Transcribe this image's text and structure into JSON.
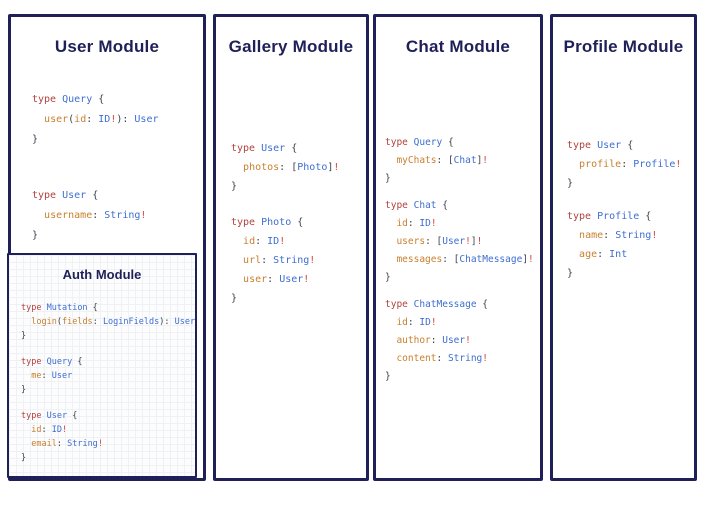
{
  "colors": {
    "navy": "#1f2057",
    "keyword": "#b2423c",
    "type": "#3e6ed2",
    "field": "#c9802f",
    "punct": "#3d424d",
    "bang": "#cf463f",
    "grid": "#eef1f6"
  },
  "panels": [
    {
      "id": "user",
      "title": "User Module",
      "blocks": [
        [
          [
            [
              "k",
              "type"
            ],
            [
              "p",
              " "
            ],
            [
              "t",
              "Query"
            ],
            [
              "p",
              " {"
            ]
          ],
          [
            [
              "p",
              "  "
            ],
            [
              "f",
              "user"
            ],
            [
              "p",
              "("
            ],
            [
              "f",
              "id"
            ],
            [
              "p",
              ": "
            ],
            [
              "t",
              "ID"
            ],
            [
              "b",
              "!"
            ],
            [
              "p",
              "): "
            ],
            [
              "t",
              "User"
            ]
          ],
          [
            [
              "p",
              "}"
            ]
          ]
        ],
        [
          [
            [
              "k",
              "type"
            ],
            [
              "p",
              " "
            ],
            [
              "t",
              "User"
            ],
            [
              "p",
              " {"
            ]
          ],
          [
            [
              "p",
              "  "
            ],
            [
              "f",
              "username"
            ],
            [
              "p",
              ": "
            ],
            [
              "t",
              "String"
            ],
            [
              "b",
              "!"
            ]
          ],
          [
            [
              "p",
              "}"
            ]
          ]
        ]
      ],
      "sub": {
        "title": "Auth Module",
        "blocks": [
          [
            [
              [
                "k",
                "type"
              ],
              [
                "p",
                " "
              ],
              [
                "t",
                "Mutation"
              ],
              [
                "p",
                " {"
              ]
            ],
            [
              [
                "p",
                "  "
              ],
              [
                "f",
                "login"
              ],
              [
                "p",
                "("
              ],
              [
                "f",
                "fields"
              ],
              [
                "p",
                ": "
              ],
              [
                "t",
                "LoginFields"
              ],
              [
                "p",
                "): "
              ],
              [
                "t",
                "User"
              ]
            ],
            [
              [
                "p",
                "}"
              ]
            ]
          ],
          [
            [
              [
                "k",
                "type"
              ],
              [
                "p",
                " "
              ],
              [
                "t",
                "Query"
              ],
              [
                "p",
                " {"
              ]
            ],
            [
              [
                "p",
                "  "
              ],
              [
                "f",
                "me"
              ],
              [
                "p",
                ": "
              ],
              [
                "t",
                "User"
              ]
            ],
            [
              [
                "p",
                "}"
              ]
            ]
          ],
          [
            [
              [
                "k",
                "type"
              ],
              [
                "p",
                " "
              ],
              [
                "t",
                "User"
              ],
              [
                "p",
                " {"
              ]
            ],
            [
              [
                "p",
                "  "
              ],
              [
                "f",
                "id"
              ],
              [
                "p",
                ": "
              ],
              [
                "t",
                "ID"
              ],
              [
                "b",
                "!"
              ]
            ],
            [
              [
                "p",
                "  "
              ],
              [
                "f",
                "email"
              ],
              [
                "p",
                ": "
              ],
              [
                "t",
                "String"
              ],
              [
                "b",
                "!"
              ]
            ],
            [
              [
                "p",
                "}"
              ]
            ]
          ]
        ]
      }
    },
    {
      "id": "gallery",
      "title": "Gallery Module",
      "blocks": [
        [
          [
            [
              "k",
              "type"
            ],
            [
              "p",
              " "
            ],
            [
              "t",
              "User"
            ],
            [
              "p",
              " {"
            ]
          ],
          [
            [
              "p",
              "  "
            ],
            [
              "f",
              "photos"
            ],
            [
              "p",
              ": ["
            ],
            [
              "t",
              "Photo"
            ],
            [
              "p",
              "]"
            ],
            [
              "b",
              "!"
            ]
          ],
          [
            [
              "p",
              "}"
            ]
          ]
        ],
        [
          [
            [
              "k",
              "type"
            ],
            [
              "p",
              " "
            ],
            [
              "t",
              "Photo"
            ],
            [
              "p",
              " {"
            ]
          ],
          [
            [
              "p",
              "  "
            ],
            [
              "f",
              "id"
            ],
            [
              "p",
              ": "
            ],
            [
              "t",
              "ID"
            ],
            [
              "b",
              "!"
            ]
          ],
          [
            [
              "p",
              "  "
            ],
            [
              "f",
              "url"
            ],
            [
              "p",
              ": "
            ],
            [
              "t",
              "String"
            ],
            [
              "b",
              "!"
            ]
          ],
          [
            [
              "p",
              "  "
            ],
            [
              "f",
              "user"
            ],
            [
              "p",
              ": "
            ],
            [
              "t",
              "User"
            ],
            [
              "b",
              "!"
            ]
          ],
          [
            [
              "p",
              "}"
            ]
          ]
        ]
      ]
    },
    {
      "id": "chat",
      "title": "Chat Module",
      "blocks": [
        [
          [
            [
              "k",
              "type"
            ],
            [
              "p",
              " "
            ],
            [
              "t",
              "Query"
            ],
            [
              "p",
              " {"
            ]
          ],
          [
            [
              "p",
              "  "
            ],
            [
              "f",
              "myChats"
            ],
            [
              "p",
              ": ["
            ],
            [
              "t",
              "Chat"
            ],
            [
              "p",
              "]"
            ],
            [
              "b",
              "!"
            ]
          ],
          [
            [
              "p",
              "}"
            ]
          ]
        ],
        [
          [
            [
              "k",
              "type"
            ],
            [
              "p",
              " "
            ],
            [
              "t",
              "Chat"
            ],
            [
              "p",
              " {"
            ]
          ],
          [
            [
              "p",
              "  "
            ],
            [
              "f",
              "id"
            ],
            [
              "p",
              ": "
            ],
            [
              "t",
              "ID"
            ],
            [
              "b",
              "!"
            ]
          ],
          [
            [
              "p",
              "  "
            ],
            [
              "f",
              "users"
            ],
            [
              "p",
              ": ["
            ],
            [
              "t",
              "User"
            ],
            [
              "b",
              "!"
            ],
            [
              "p",
              "]"
            ],
            [
              "b",
              "!"
            ]
          ],
          [
            [
              "p",
              "  "
            ],
            [
              "f",
              "messages"
            ],
            [
              "p",
              ": ["
            ],
            [
              "t",
              "ChatMessage"
            ],
            [
              "p",
              "]"
            ],
            [
              "b",
              "!"
            ]
          ],
          [
            [
              "p",
              "}"
            ]
          ]
        ],
        [
          [
            [
              "k",
              "type"
            ],
            [
              "p",
              " "
            ],
            [
              "t",
              "ChatMessage"
            ],
            [
              "p",
              " {"
            ]
          ],
          [
            [
              "p",
              "  "
            ],
            [
              "f",
              "id"
            ],
            [
              "p",
              ": "
            ],
            [
              "t",
              "ID"
            ],
            [
              "b",
              "!"
            ]
          ],
          [
            [
              "p",
              "  "
            ],
            [
              "f",
              "author"
            ],
            [
              "p",
              ": "
            ],
            [
              "t",
              "User"
            ],
            [
              "b",
              "!"
            ]
          ],
          [
            [
              "p",
              "  "
            ],
            [
              "f",
              "content"
            ],
            [
              "p",
              ": "
            ],
            [
              "t",
              "String"
            ],
            [
              "b",
              "!"
            ]
          ],
          [
            [
              "p",
              "}"
            ]
          ]
        ]
      ]
    },
    {
      "id": "profile",
      "title": "Profile Module",
      "blocks": [
        [
          [
            [
              "k",
              "type"
            ],
            [
              "p",
              " "
            ],
            [
              "t",
              "User"
            ],
            [
              "p",
              " {"
            ]
          ],
          [
            [
              "p",
              "  "
            ],
            [
              "f",
              "profile"
            ],
            [
              "p",
              ": "
            ],
            [
              "t",
              "Profile"
            ],
            [
              "b",
              "!"
            ]
          ],
          [
            [
              "p",
              "}"
            ]
          ]
        ],
        [
          [
            [
              "k",
              "type"
            ],
            [
              "p",
              " "
            ],
            [
              "t",
              "Profile"
            ],
            [
              "p",
              " {"
            ]
          ],
          [
            [
              "p",
              "  "
            ],
            [
              "f",
              "name"
            ],
            [
              "p",
              ": "
            ],
            [
              "t",
              "String"
            ],
            [
              "b",
              "!"
            ]
          ],
          [
            [
              "p",
              "  "
            ],
            [
              "f",
              "age"
            ],
            [
              "p",
              ": "
            ],
            [
              "t",
              "Int"
            ]
          ],
          [
            [
              "p",
              "}"
            ]
          ]
        ]
      ]
    }
  ]
}
